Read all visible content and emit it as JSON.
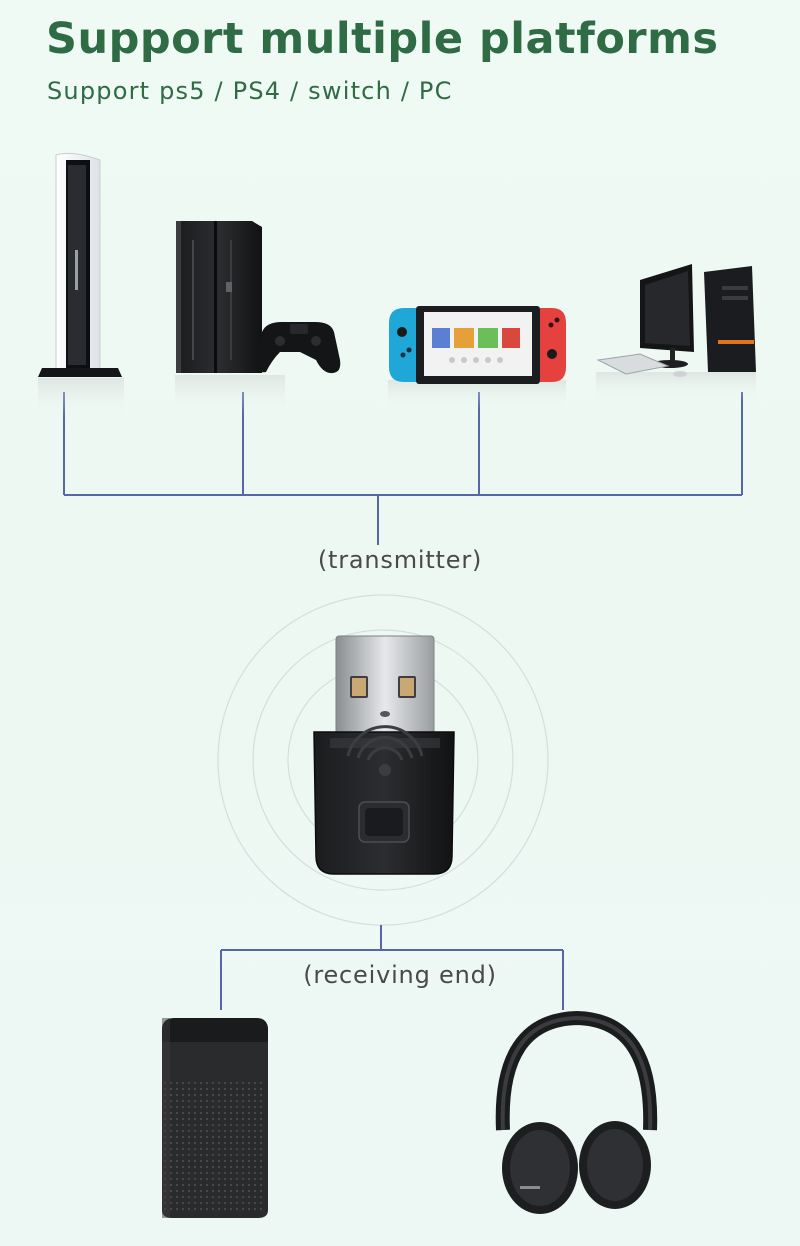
{
  "header": {
    "title": "Support multiple platforms",
    "subtitle": "Support ps5 / PS4 / switch / PC"
  },
  "labels": {
    "transmitter": "(transmitter)",
    "receiver": "(receiving end)"
  },
  "colors": {
    "heading": "#2f6b45",
    "connector_line": "#5567a8",
    "label_text": "#4a4a4a"
  },
  "devices": {
    "sources": [
      "ps5-console",
      "ps4-console-with-controller",
      "nintendo-switch",
      "desktop-pc"
    ],
    "transmitter": "usb-bluetooth-dongle",
    "receivers": [
      "smart-speaker",
      "headphones"
    ]
  }
}
